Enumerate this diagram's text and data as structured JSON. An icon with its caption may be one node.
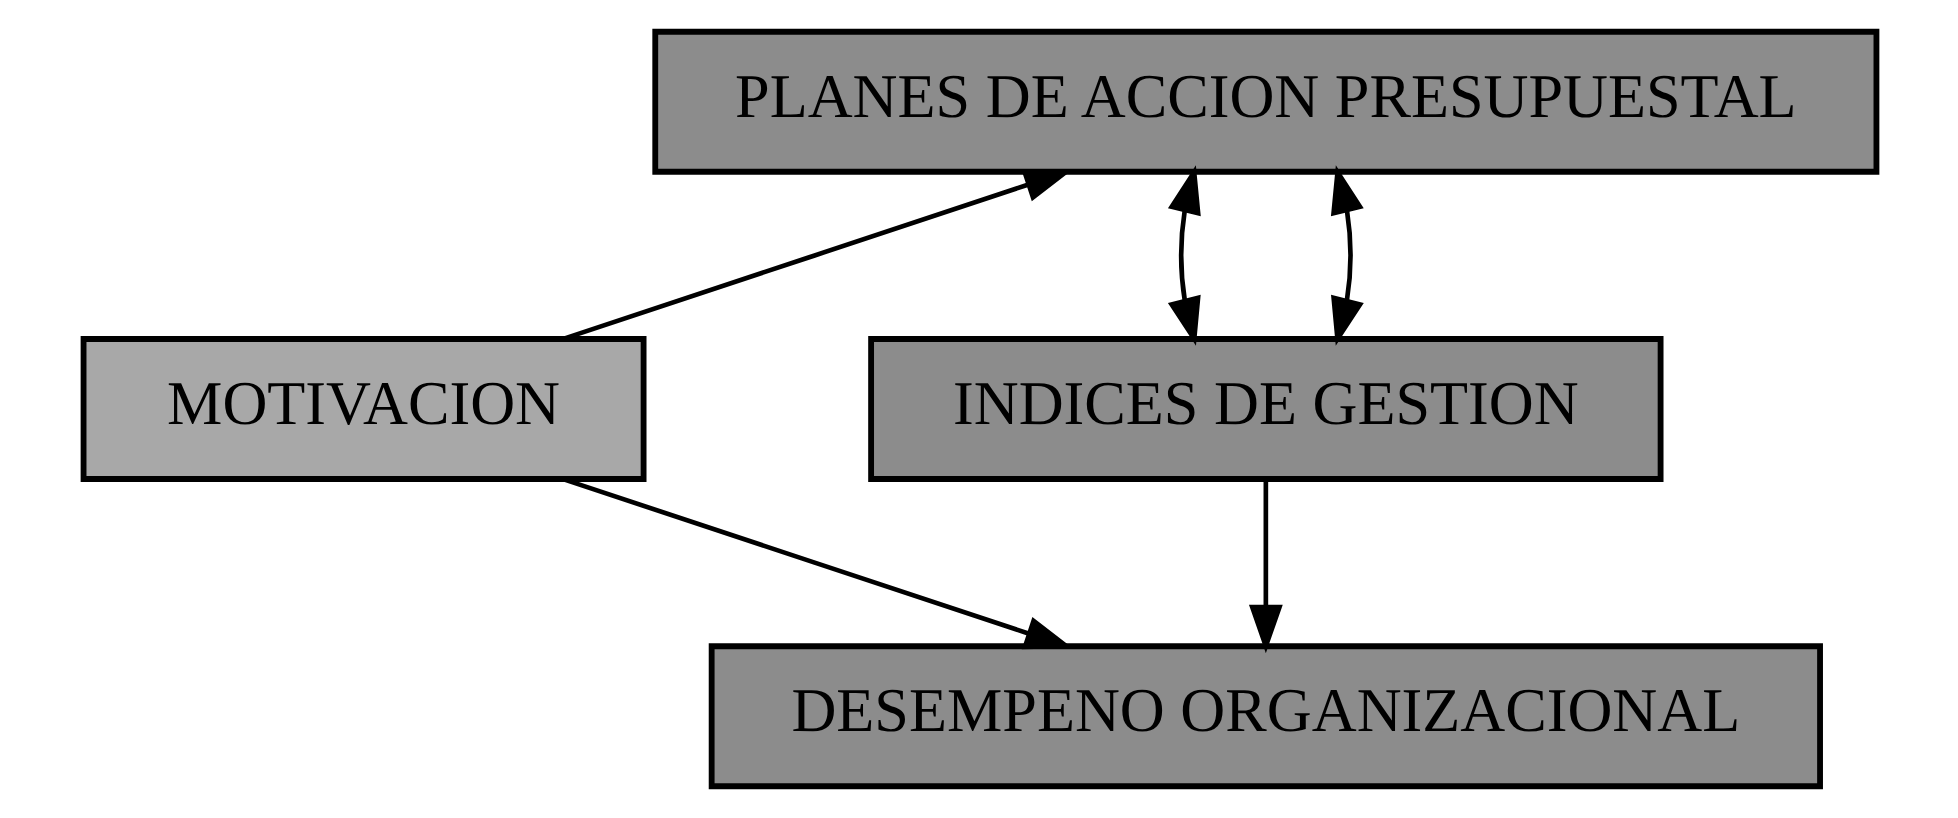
{
  "diagram": {
    "nodes": [
      {
        "text": [
          "MOTIVACION"
        ]
      },
      {
        "text": [
          "PLANES DE ACCION PRESUPUESTAL"
        ]
      },
      {
        "text": [
          "INDICES DE GESTION"
        ]
      },
      {
        "text": [
          "DESEMPENO ORGANIZACIONAL"
        ]
      }
    ],
    "edges": [
      {
        "from": 0,
        "to": 1,
        "arrow": "to"
      },
      {
        "from": 1,
        "to": 2,
        "arrow": "both"
      },
      {
        "from": 1,
        "to": 2,
        "arrow": "both"
      },
      {
        "from": 2,
        "to": 3,
        "arrow": "to"
      },
      {
        "from": 0,
        "to": 3,
        "arrow": "to"
      }
    ]
  }
}
